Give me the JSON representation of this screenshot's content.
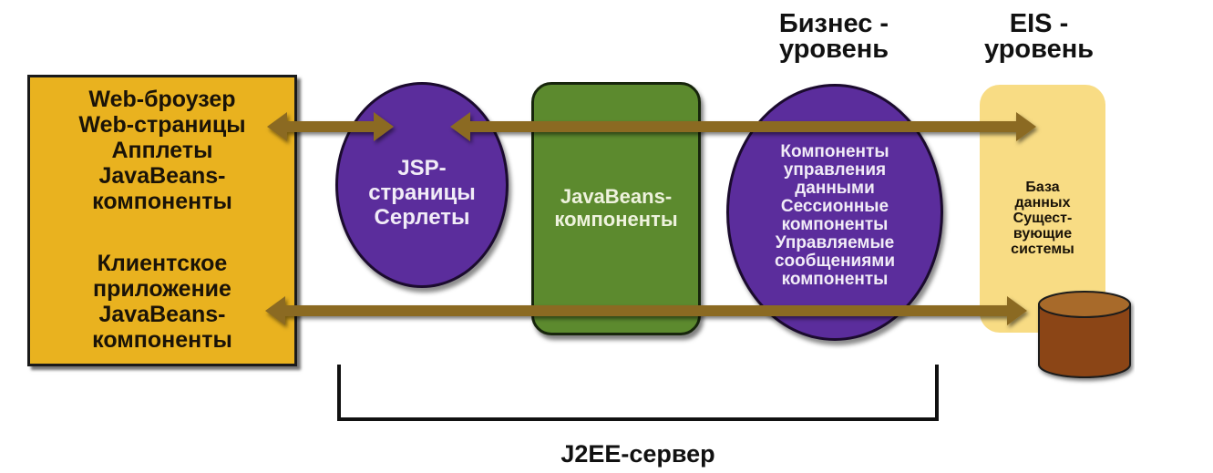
{
  "diagram": {
    "title_bracket_label": "J2EE-сервер",
    "tier_headers": {
      "business": [
        "Бизнес -",
        "уровень"
      ],
      "eis": [
        "EIS -",
        "уровень"
      ]
    },
    "client_tier": {
      "web_group": [
        "Web-броузер",
        "Web-страницы",
        "Апплеты",
        "JavaBeans-",
        "компоненты"
      ],
      "application_group": [
        "Клиентское",
        "приложение",
        "JavaBeans-",
        "компоненты"
      ],
      "color": "#e9b21f"
    },
    "web_tier": {
      "lines": [
        "JSP-",
        "страницы",
        "Серлеты"
      ],
      "color": "#5b2d9c"
    },
    "javabeans_box": {
      "lines": [
        "JavaBeans-",
        "компоненты"
      ],
      "color": "#5c8a2e"
    },
    "business_tier": {
      "lines": [
        "Компоненты",
        "управления",
        "данными",
        "Сессионные",
        "компоненты",
        "Управляемые",
        "сообщениями",
        "компоненты"
      ],
      "color": "#5b2d9c"
    },
    "eis_tier": {
      "lines": [
        "База",
        "данных",
        "Сущест-",
        "вующие",
        "системы"
      ],
      "panel_color": "#f8dc84",
      "database_icon": "database-cylinder-icon",
      "database_color": "#8b4513"
    },
    "arrows": {
      "color": "#8b6a22",
      "connections": [
        {
          "from": "client-web",
          "to": "web-tier",
          "style": "double-headed"
        },
        {
          "from": "web-tier",
          "to": "eis-tier",
          "style": "double-headed"
        },
        {
          "from": "client-application",
          "to": "eis-tier",
          "style": "double-headed"
        }
      ]
    }
  }
}
